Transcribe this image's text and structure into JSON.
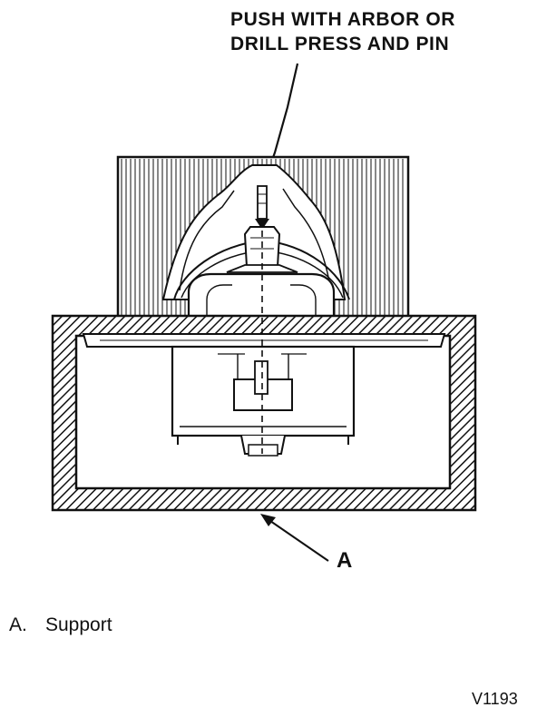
{
  "callout": {
    "line1": "PUSH WITH ARBOR OR",
    "line2": "DRILL PRESS AND PIN"
  },
  "marker": "A",
  "legend": [
    {
      "key": "A.",
      "label": "Support"
    }
  ],
  "figure_id": "V1193"
}
